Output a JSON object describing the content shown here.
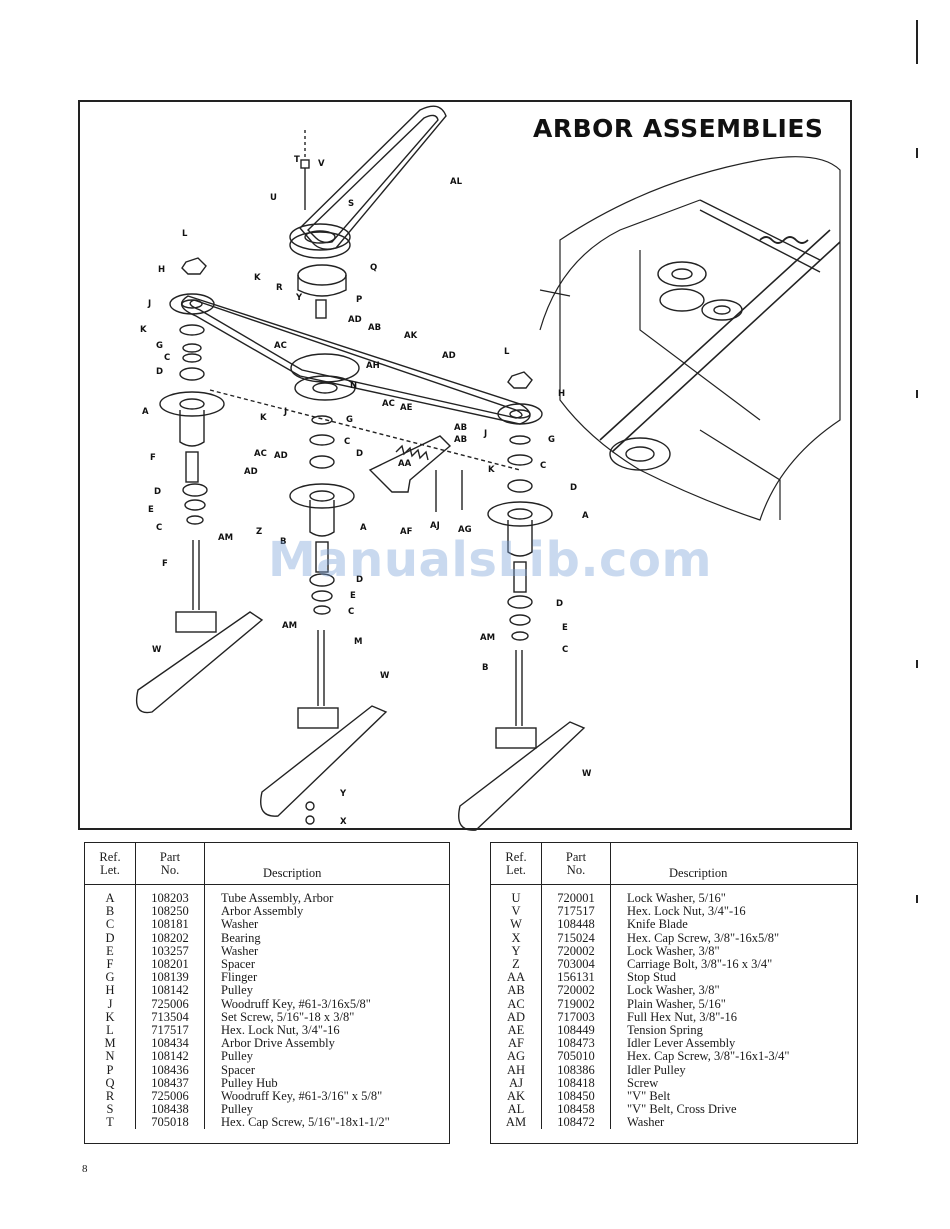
{
  "title": "ARBOR ASSEMBLIES",
  "watermark": "ManualsLib.com",
  "page_number": "8",
  "diagram_labels": {
    "t": "T",
    "v": "V",
    "u": "U",
    "s": "S",
    "al": "AL",
    "l1": "L",
    "l2": "L",
    "q": "Q",
    "h1": "H",
    "h2": "H",
    "k1": "K",
    "r": "R",
    "y1": "Y",
    "j1": "J",
    "p": "P",
    "ad1": "AD",
    "ab1": "AB",
    "k2": "K",
    "ac1": "AC",
    "g1": "G",
    "ak": "AK",
    "c1": "C",
    "d1": "D",
    "ah": "AH",
    "n": "N",
    "ad2": "AD",
    "a1": "A",
    "ac2": "AC",
    "ae": "AE",
    "k3": "K",
    "j2": "J",
    "g2": "G",
    "ab2": "AB",
    "j3": "J",
    "g3": "G",
    "ac3": "AC",
    "ab3": "AB",
    "ad3": "AD",
    "c2": "C",
    "d2": "D",
    "aa": "AA",
    "k4": "K",
    "c3": "C",
    "f1": "F",
    "d3": "D",
    "ad4": "AD",
    "d4": "D",
    "e1": "E",
    "c4": "C",
    "af": "AF",
    "aj": "AJ",
    "ag": "AG",
    "a2": "A",
    "a3": "A",
    "am1": "AM",
    "z": "Z",
    "f2": "F",
    "b1": "B",
    "d5": "D",
    "e2": "E",
    "c5": "C",
    "am2": "AM",
    "m": "M",
    "w1": "W",
    "d6": "D",
    "e3": "E",
    "am3": "AM",
    "c6": "C",
    "b2": "B",
    "w2": "W",
    "w3": "W",
    "y2": "Y",
    "x": "X"
  },
  "table_left": {
    "headers": {
      "ref": "Ref.\nLet.",
      "part": "Part\nNo.",
      "desc": "Description"
    },
    "rows": [
      {
        "ref": "A",
        "part": "108203",
        "desc": "Tube Assembly, Arbor"
      },
      {
        "ref": "B",
        "part": "108250",
        "desc": "Arbor Assembly"
      },
      {
        "ref": "C",
        "part": "108181",
        "desc": "Washer"
      },
      {
        "ref": "D",
        "part": "108202",
        "desc": "Bearing"
      },
      {
        "ref": "E",
        "part": "103257",
        "desc": "Washer"
      },
      {
        "ref": "F",
        "part": "108201",
        "desc": "Spacer"
      },
      {
        "ref": "G",
        "part": "108139",
        "desc": "Flinger"
      },
      {
        "ref": "H",
        "part": "108142",
        "desc": "Pulley"
      },
      {
        "ref": "J",
        "part": "725006",
        "desc": "Woodruff Key, #61-3/16x5/8\""
      },
      {
        "ref": "K",
        "part": "713504",
        "desc": "Set Screw, 5/16\"-18 x 3/8\""
      },
      {
        "ref": "L",
        "part": "717517",
        "desc": "Hex. Lock Nut, 3/4\"-16"
      },
      {
        "ref": "M",
        "part": "108434",
        "desc": "Arbor Drive Assembly"
      },
      {
        "ref": "N",
        "part": "108142",
        "desc": "Pulley"
      },
      {
        "ref": "P",
        "part": "108436",
        "desc": "Spacer"
      },
      {
        "ref": "Q",
        "part": "108437",
        "desc": "Pulley Hub"
      },
      {
        "ref": "R",
        "part": "725006",
        "desc": "Woodruff Key, #61-3/16\" x 5/8\""
      },
      {
        "ref": "S",
        "part": "108438",
        "desc": "Pulley"
      },
      {
        "ref": "T",
        "part": "705018",
        "desc": "Hex. Cap Screw, 5/16\"-18x1-1/2\""
      }
    ]
  },
  "table_right": {
    "headers": {
      "ref": "Ref.\nLet.",
      "part": "Part\nNo.",
      "desc": "Description"
    },
    "rows": [
      {
        "ref": "U",
        "part": "720001",
        "desc": "Lock Washer, 5/16\""
      },
      {
        "ref": "V",
        "part": "717517",
        "desc": "Hex. Lock Nut, 3/4\"-16"
      },
      {
        "ref": "W",
        "part": "108448",
        "desc": "Knife Blade"
      },
      {
        "ref": "X",
        "part": "715024",
        "desc": "Hex. Cap Screw, 3/8\"-16x5/8\""
      },
      {
        "ref": "Y",
        "part": "720002",
        "desc": "Lock Washer, 3/8\""
      },
      {
        "ref": "Z",
        "part": "703004",
        "desc": "Carriage Bolt, 3/8\"-16 x 3/4\""
      },
      {
        "ref": "AA",
        "part": "156131",
        "desc": "Stop Stud"
      },
      {
        "ref": "AB",
        "part": "720002",
        "desc": "Lock Washer, 3/8\""
      },
      {
        "ref": "AC",
        "part": "719002",
        "desc": "Plain Washer, 5/16\""
      },
      {
        "ref": "AD",
        "part": "717003",
        "desc": "Full Hex Nut, 3/8\"-16"
      },
      {
        "ref": "AE",
        "part": "108449",
        "desc": "Tension Spring"
      },
      {
        "ref": "AF",
        "part": "108473",
        "desc": "Idler Lever Assembly"
      },
      {
        "ref": "AG",
        "part": "705010",
        "desc": "Hex. Cap Screw, 3/8\"-16x1-3/4\""
      },
      {
        "ref": "AH",
        "part": "108386",
        "desc": "Idler Pulley"
      },
      {
        "ref": "AJ",
        "part": "108418",
        "desc": "Screw"
      },
      {
        "ref": "AK",
        "part": "108450",
        "desc": "\"V\" Belt"
      },
      {
        "ref": "AL",
        "part": "108458",
        "desc": "\"V\" Belt, Cross Drive"
      },
      {
        "ref": "AM",
        "part": "108472",
        "desc": "Washer"
      }
    ]
  }
}
